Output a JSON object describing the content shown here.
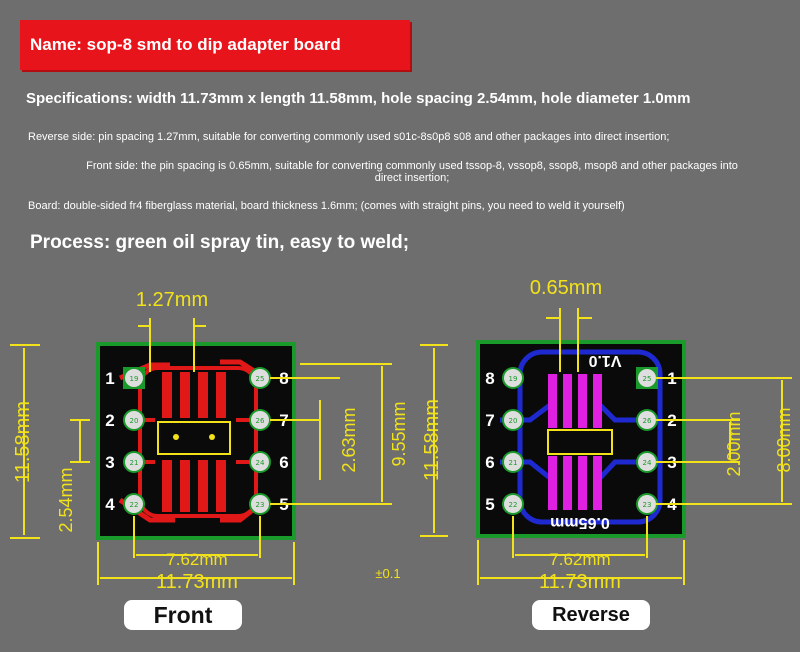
{
  "header": {
    "name": "Name: sop-8 smd to dip adapter board"
  },
  "specs": {
    "main": "Specifications: width 11.73mm x length 11.58mm, hole spacing 2.54mm, hole diameter 1.0mm",
    "reverse": "Reverse side: pin spacing 1.27mm, suitable for converting commonly used s01c-8s0p8 s08 and other packages into direct insertion;",
    "front_line1": "Front side: the pin spacing is 0.65mm, suitable for converting commonly used tssop-8, vssop8, ssop8, msop8 and other packages into",
    "front_line2": "direct insertion;",
    "board": "Board: double-sided fr4 fiberglass material, board thickness 1.6mm; (comes with straight pins, you need to weld it yourself)",
    "process": "Process: green oil spray tin, easy to weld;"
  },
  "front": {
    "label": "Front",
    "dim_top": "1.27mm",
    "dim_left": "11.58mm",
    "dim_left_inner": "2.54mm",
    "dim_right_inner": "2.63mm",
    "dim_right_outer": "9.55mm",
    "dim_bottom_inner": "7.62mm",
    "dim_bottom_outer": "11.73mm",
    "pin_left": [
      "1",
      "2",
      "3",
      "4"
    ],
    "pin_right": [
      "8",
      "7",
      "6",
      "5"
    ],
    "pad_left": [
      "19",
      "20",
      "21",
      "22"
    ],
    "pad_right": [
      "25",
      "26",
      "24",
      "23"
    ]
  },
  "reverse": {
    "label": "Reverse",
    "dim_top": "0.65mm",
    "dim_left": "11.58mm",
    "dim_right_inner": "2.00mm",
    "dim_right_outer": "8.00mm",
    "dim_bottom_inner": "7.62mm",
    "dim_bottom_outer": "11.73mm",
    "version": "V1.0",
    "silk_bottom": "0.65mm",
    "pin_left": [
      "8",
      "7",
      "6",
      "5"
    ],
    "pin_right": [
      "1",
      "2",
      "3",
      "4"
    ],
    "pad_left": [
      "19",
      "20",
      "21",
      "22"
    ],
    "pad_right": [
      "25",
      "26",
      "24",
      "23"
    ]
  },
  "tolerance": "±0.1",
  "colors": {
    "background": "#6e6e6e",
    "banner": "#e8141b",
    "pcb_black": "#0a0a0a",
    "pcb_border": "#1a9a2a",
    "copper_front": "#e01818",
    "copper_reverse": "#1e2ad0",
    "pad_magenta": "#e020e0",
    "dimension_yellow": "#f2e21a"
  }
}
